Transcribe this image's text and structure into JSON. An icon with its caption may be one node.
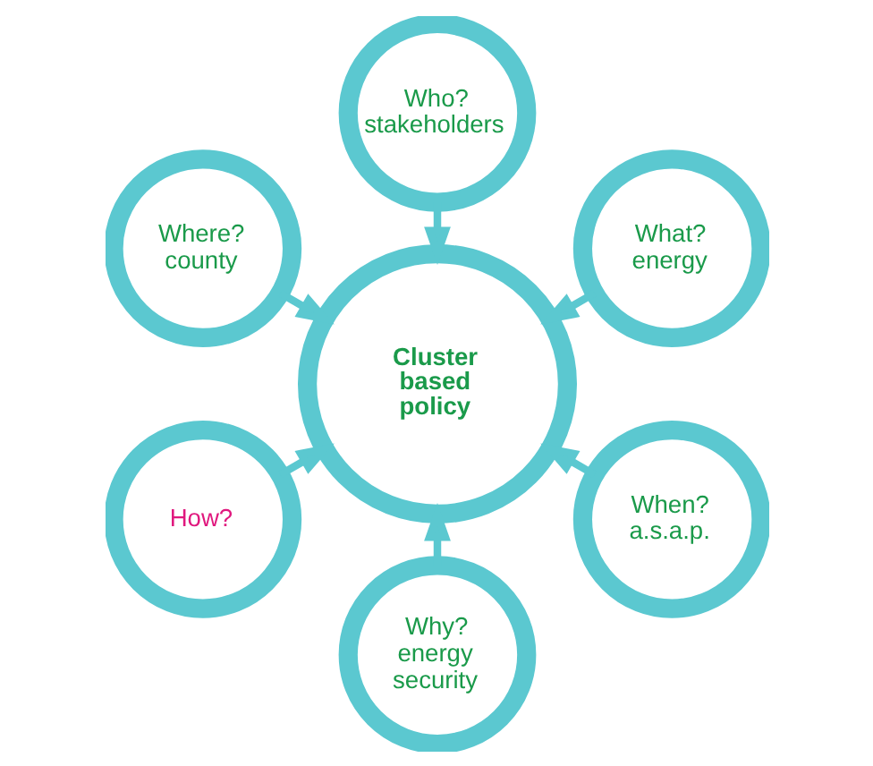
{
  "diagram": {
    "nodes": [
      {
        "text": [
          "What? energy"
        ]
      },
      {
        "text": [
          "Who? stakeholders"
        ]
      },
      {
        "text": [
          "Cluster based policy"
        ]
      },
      {
        "text": [
          "Where? county"
        ]
      },
      {
        "text": [
          "How?"
        ]
      },
      {
        "text": [
          "Why? energy security"
        ]
      },
      {
        "text": [
          "When? a.s.a.p."
        ]
      }
    ],
    "edges": [
      {
        "from": 0,
        "to": 2,
        "arrow": "to"
      },
      {
        "from": 1,
        "to": 2,
        "arrow": "to"
      },
      {
        "from": 4,
        "to": 2,
        "arrow": "to"
      },
      {
        "from": 3,
        "to": 2,
        "arrow": "to"
      },
      {
        "from": 6,
        "to": 2,
        "arrow": "to"
      },
      {
        "from": 5,
        "to": 2,
        "arrow": "to"
      }
    ]
  }
}
